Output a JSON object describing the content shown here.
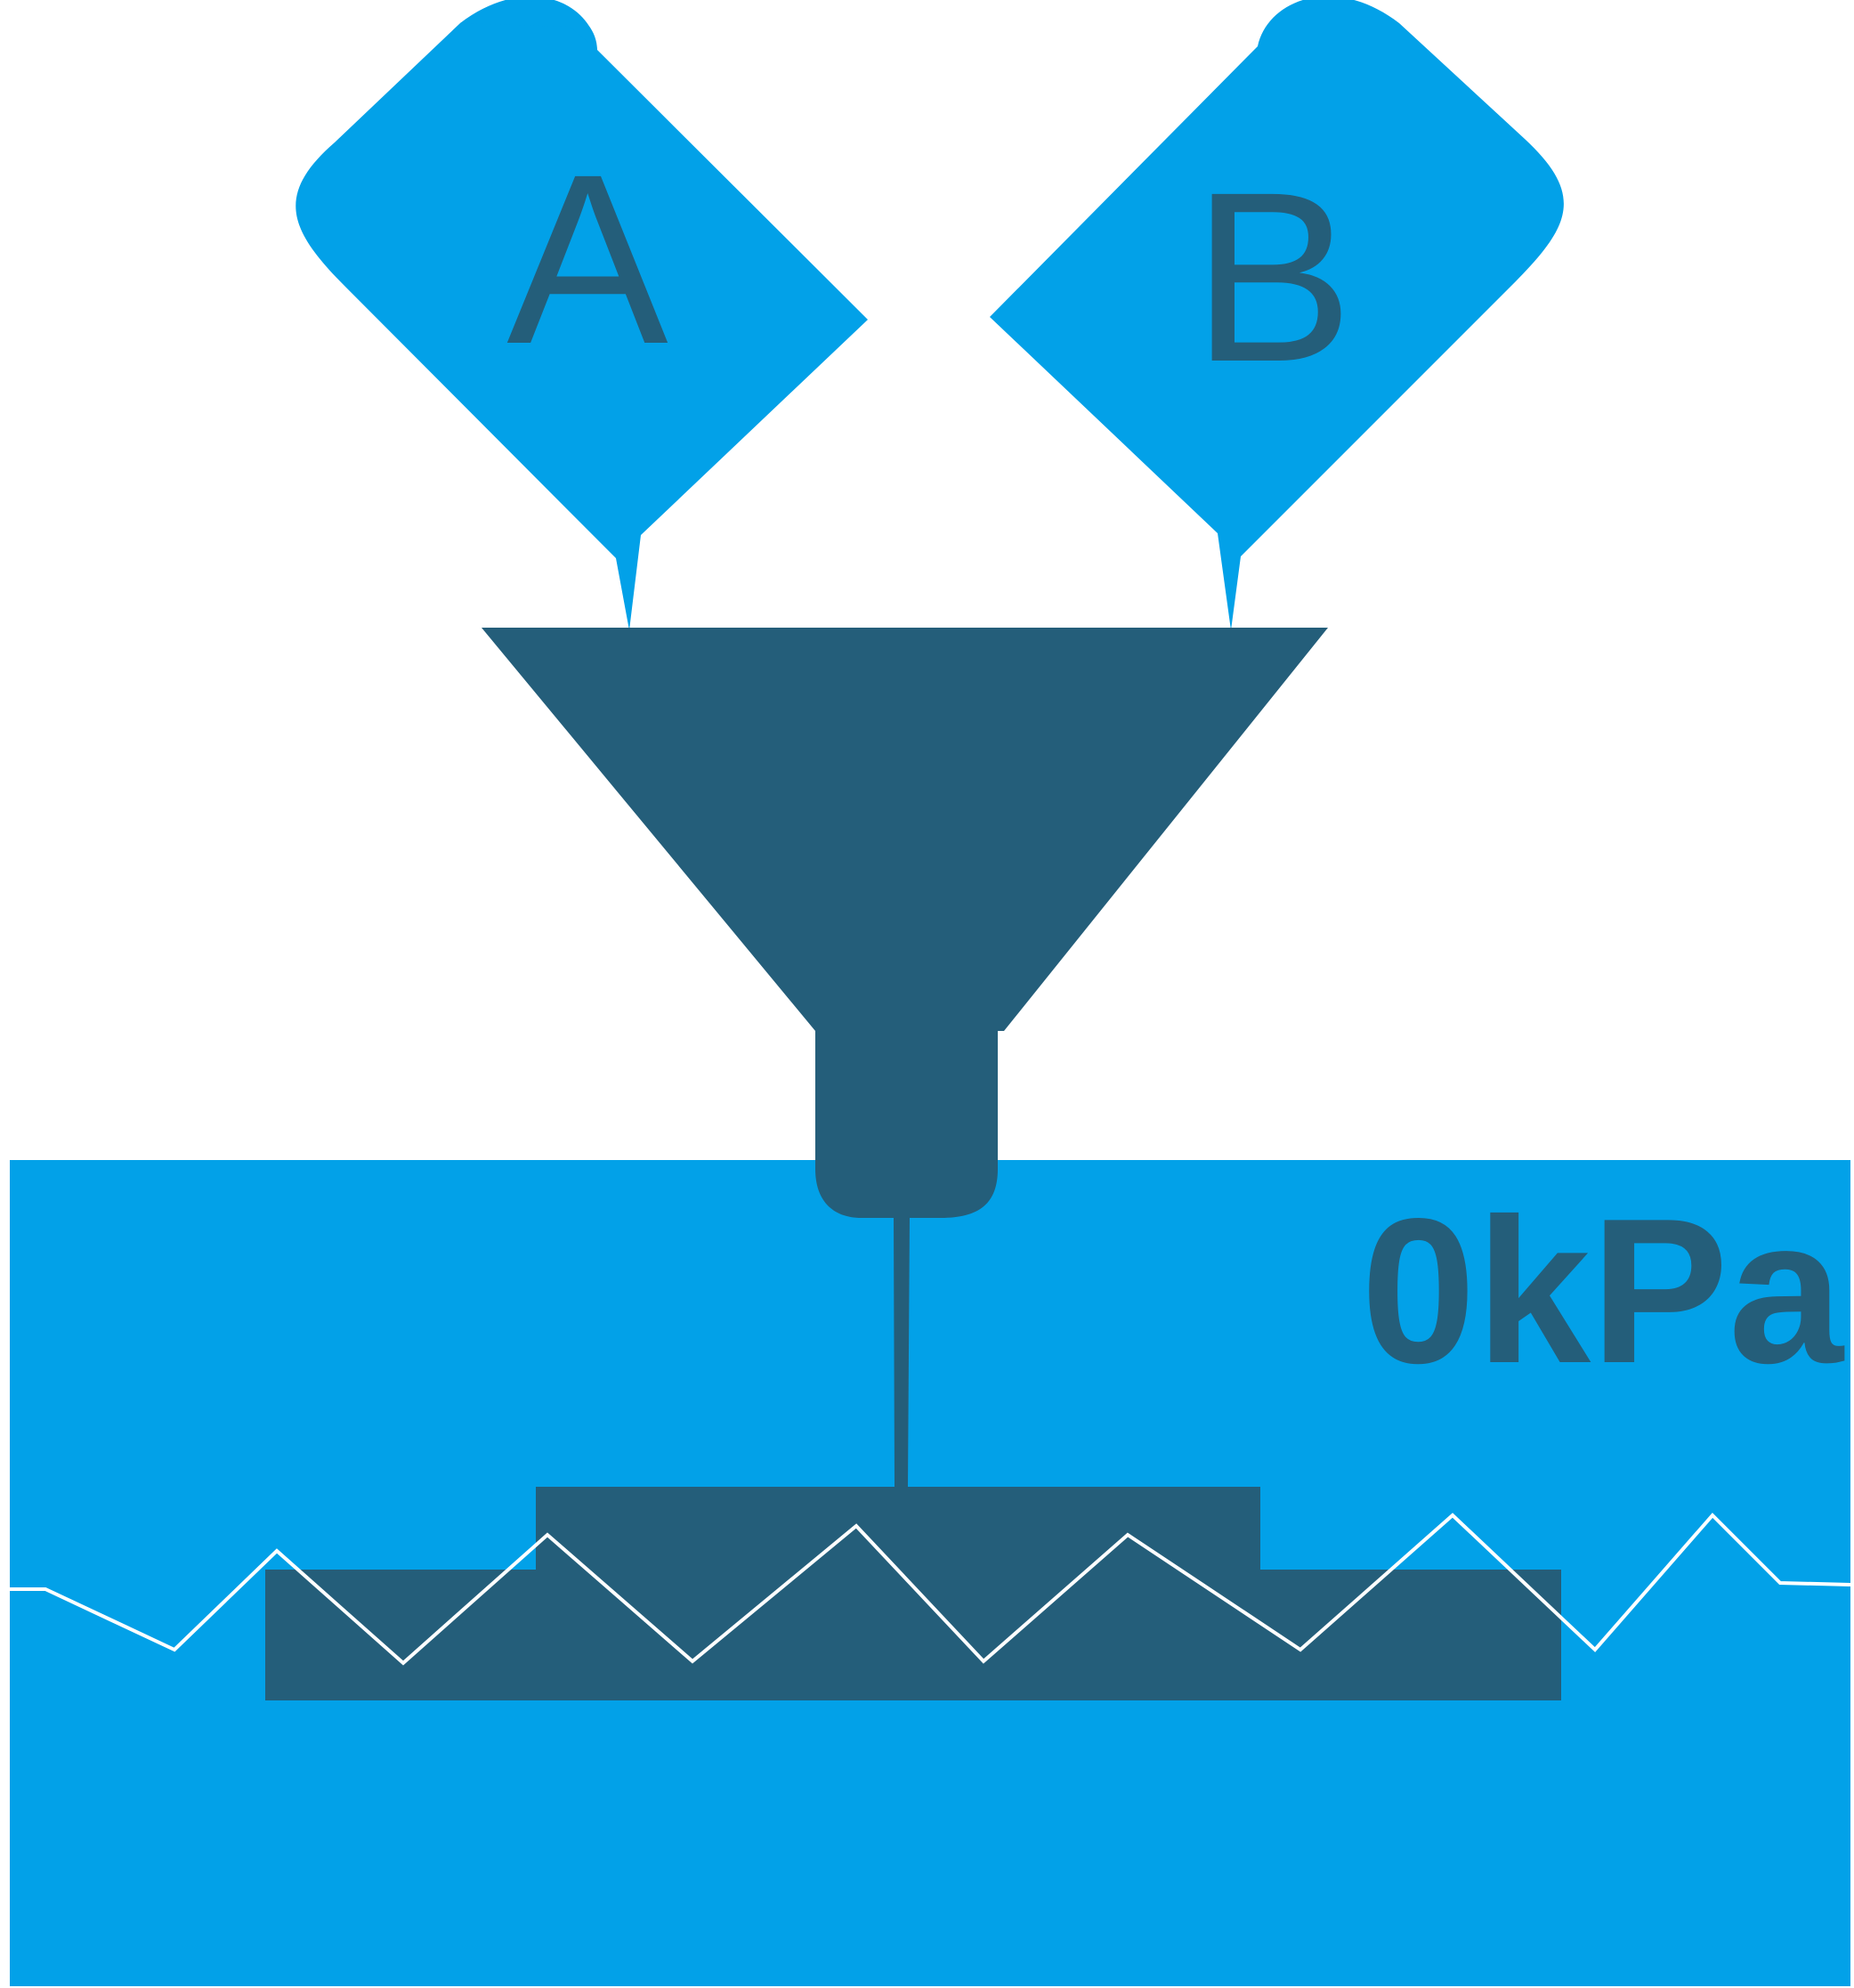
{
  "labels": {
    "container_a": "A",
    "container_b": "B"
  },
  "readout": {
    "pressure": "0kPa"
  },
  "colors": {
    "background": "#ffffff",
    "accent_blue": "#02a1e8",
    "dark_teal": "#245e7a",
    "line_white": "#ffffff"
  }
}
